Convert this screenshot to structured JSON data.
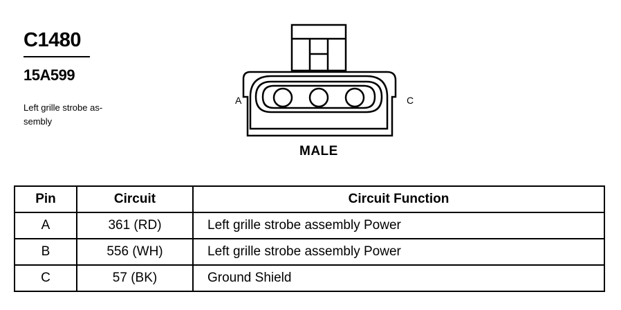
{
  "connector": {
    "id": "C1480",
    "part_number": "15A599",
    "description_lines": [
      "Left grille strobe as-",
      "sembly"
    ]
  },
  "diagram": {
    "gender_label": "MALE",
    "pin_label_left": "A",
    "pin_label_right": "C"
  },
  "table": {
    "headers": [
      "Pin",
      "Circuit",
      "Circuit Function"
    ],
    "rows": [
      {
        "pin": "A",
        "circuit": "361 (RD)",
        "function": "Left grille strobe assembly Power"
      },
      {
        "pin": "B",
        "circuit": "556 (WH)",
        "function": "Left grille strobe assembly Power"
      },
      {
        "pin": "C",
        "circuit": "57 (BK)",
        "function": "Ground Shield"
      }
    ]
  }
}
